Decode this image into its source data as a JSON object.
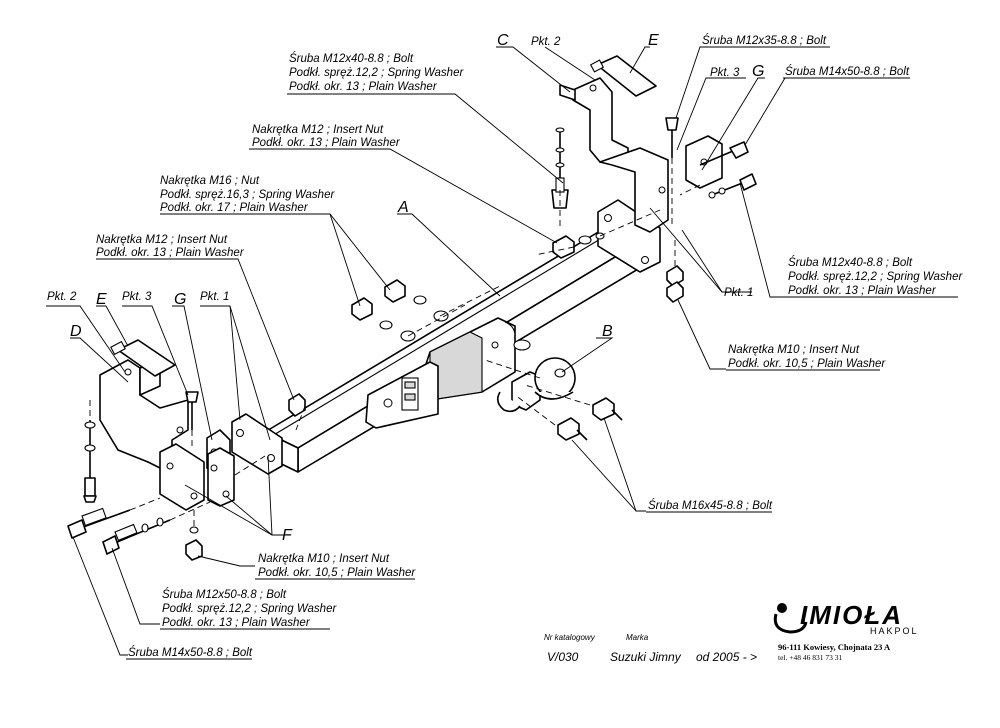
{
  "letters": {
    "A": "A",
    "B": "B",
    "C": "C",
    "D": "D",
    "E": "E",
    "F": "F",
    "G": "G"
  },
  "points": {
    "pkt1": "Pkt. 1",
    "pkt2": "Pkt. 2",
    "pkt3": "Pkt. 3"
  },
  "callouts": {
    "top_bolt_m12x40": [
      "Śruba M12x40-8.8 ;  Bolt",
      "Podkł. spręż.12,2 ; Spring Washer",
      "Podkł. okr. 13 ; Plain Washer"
    ],
    "top_bolt_m12x35": "Śruba M12x35-8.8 ;  Bolt",
    "top_bolt_m14x50": "Śruba M14x50-8.8 ;  Bolt",
    "insert_nut_m12_upper": [
      "Nakrętka M12 ; Insert Nut",
      "Podkł. okr. 13 ; Plain Washer"
    ],
    "nut_m16": [
      "Nakrętka  M16 ; Nut",
      "Podkł. spręż.16,3 ; Spring Washer",
      "Podkł. okr. 17 ; Plain Washer"
    ],
    "insert_nut_m12_lower": [
      "Nakrętka  M12 ; Insert Nut",
      "Podkł. okr. 13 ; Plain Washer"
    ],
    "right_bolt_m12x40": [
      "Śruba M12x40-8.8 ;  Bolt",
      "Podkł. spręż.12,2 ; Spring Washer",
      "Podkł. okr. 13 ; Plain Washer"
    ],
    "insert_nut_m10_right": [
      "Nakrętka  M10 ; Insert Nut",
      "Podkł. okr. 10,5 ; Plain Washer"
    ],
    "bolt_m16x45": "Śruba M16x45-8.8 ;  Bolt",
    "insert_nut_m10_bottom": [
      "Nakrętka  M10 ; Insert Nut",
      "Podkł. okr. 10,5 ; Plain Washer"
    ],
    "bottom_bolt_m12x50": [
      "Śruba M12x50-8.8 ;  Bolt",
      "Podkł. spręż.12,2 ; Spring Washer",
      "Podkł. okr. 13 ; Plain Washer"
    ],
    "bottom_bolt_m14x50": "Śruba M14x50-8.8 ;  Bolt"
  },
  "title_block": {
    "catalog_label": "Nr katalogowy",
    "make_label": "Marka",
    "catalog_no": "V/030",
    "make": "Suzuki Jimny",
    "year": "od 2005 - >",
    "brand": "IMIOŁA",
    "brand_sub": "HAKPOL",
    "address": "96-111 Kowiesy, Chojnata 23 A",
    "phone": "tel. +48 46 831 73 31"
  }
}
